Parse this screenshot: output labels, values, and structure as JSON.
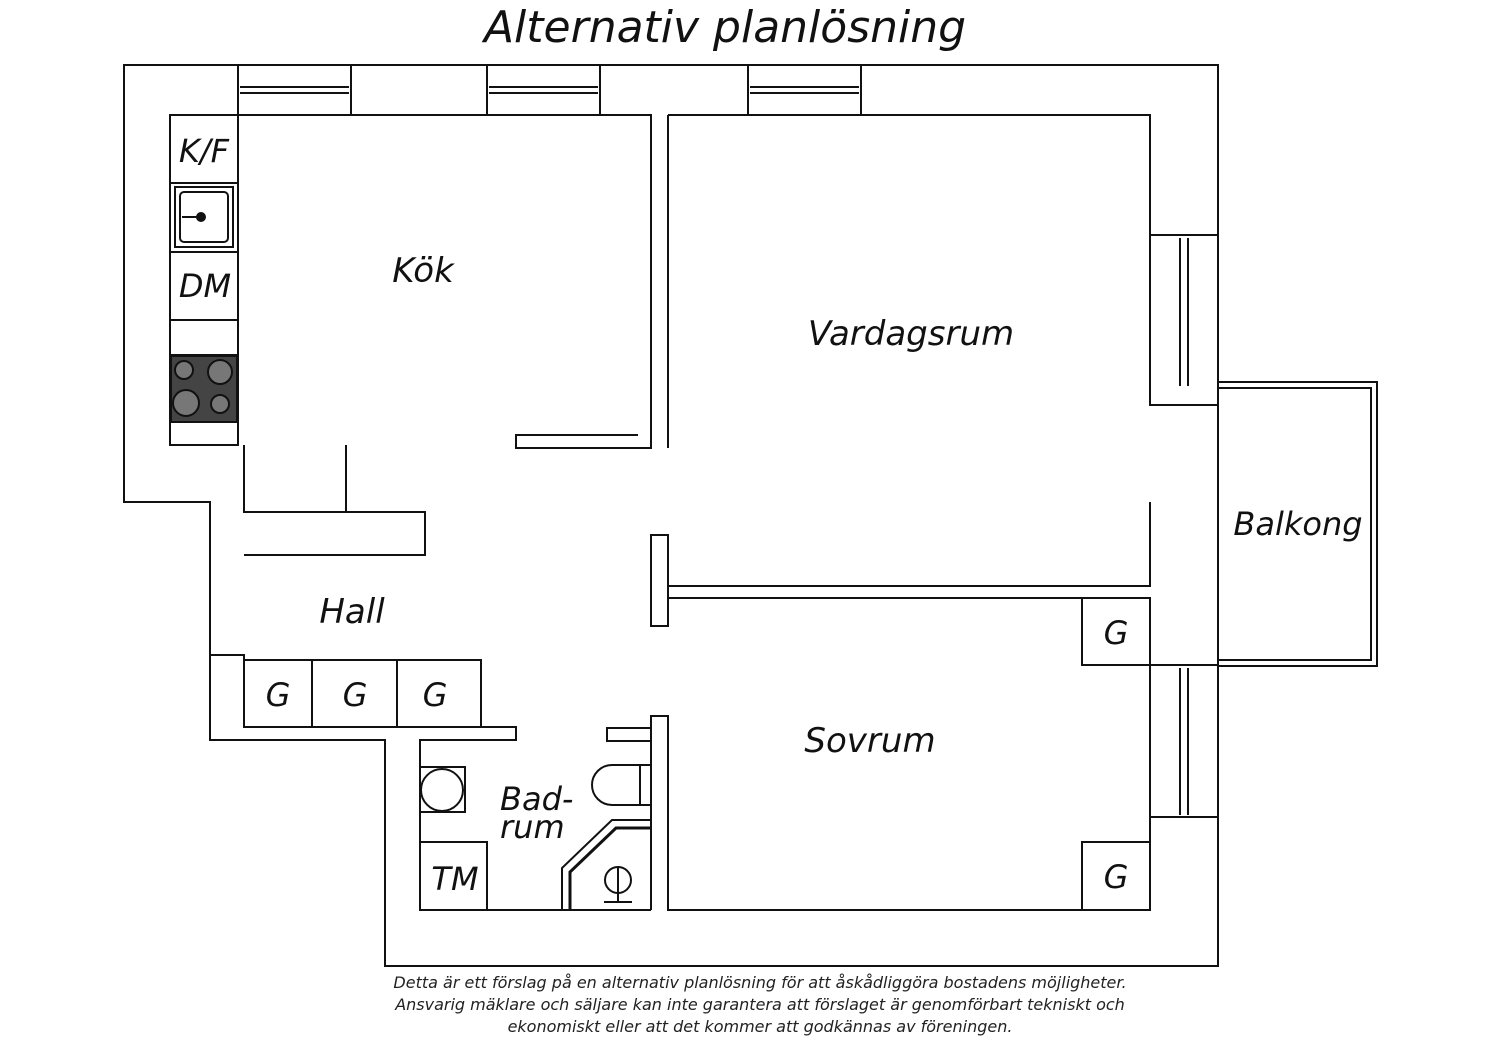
{
  "title": "Alternativ planlösning",
  "rooms": {
    "kitchen": "Kök",
    "living_room": "Vardagsrum",
    "hall": "Hall",
    "balcony": "Balkong",
    "bedroom": "Sovrum",
    "bathroom_line1": "Bad-",
    "bathroom_line2": "rum"
  },
  "fixtures": {
    "fridge_freezer": "K/F",
    "dishwasher": "DM",
    "washing_machine": "TM",
    "wardrobe": "G"
  },
  "disclaimer": [
    "Detta är ett förslag på en alternativ planlösning för att åskådliggöra bostadens möjligheter.",
    "Ansvarig mäklare och säljare kan inte garantera att förslaget är genomförbart tekniskt och",
    "ekonomiskt eller att det kommer att godkännas av föreningen."
  ]
}
